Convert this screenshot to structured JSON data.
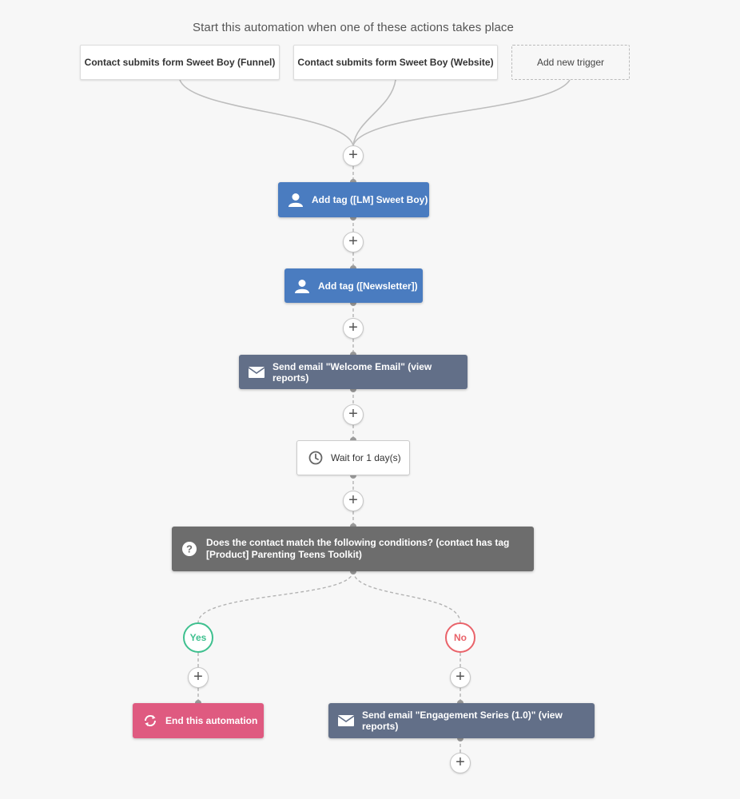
{
  "heading": "Start this automation when one of these actions takes place",
  "triggers": [
    "Contact submits form Sweet Boy (Funnel)",
    "Contact submits form Sweet Boy (Website)",
    "Add new trigger"
  ],
  "steps": {
    "tag1": {
      "label": "Add tag ([LM] Sweet Boy)",
      "icon": "user-icon"
    },
    "tag2": {
      "label": "Add tag ([Newsletter])",
      "icon": "user-icon"
    },
    "email1": {
      "label": "Send email \"Welcome Email\" (view reports)",
      "icon": "envelope-icon"
    },
    "wait": {
      "label": "Wait for 1 day(s)",
      "icon": "clock-icon"
    },
    "condition": {
      "line1": "Does the contact match the following conditions? (contact has tag",
      "line2": "[Product] Parenting Teens Toolkit)",
      "icon": "question-icon"
    },
    "yes_label": "Yes",
    "no_label": "No",
    "end": {
      "label": "End this automation",
      "icon": "refresh-icon"
    },
    "email2": {
      "label": "Send email \"Engagement Series (1.0)\" (view reports)",
      "icon": "envelope-icon"
    }
  },
  "add_step_glyph": "+",
  "colors": {
    "tag": "#4a7cc0",
    "email": "#626f88",
    "condition": "#6d6d6d",
    "end": "#df5a80",
    "yes": "#3fc08f",
    "no": "#e9636a"
  }
}
